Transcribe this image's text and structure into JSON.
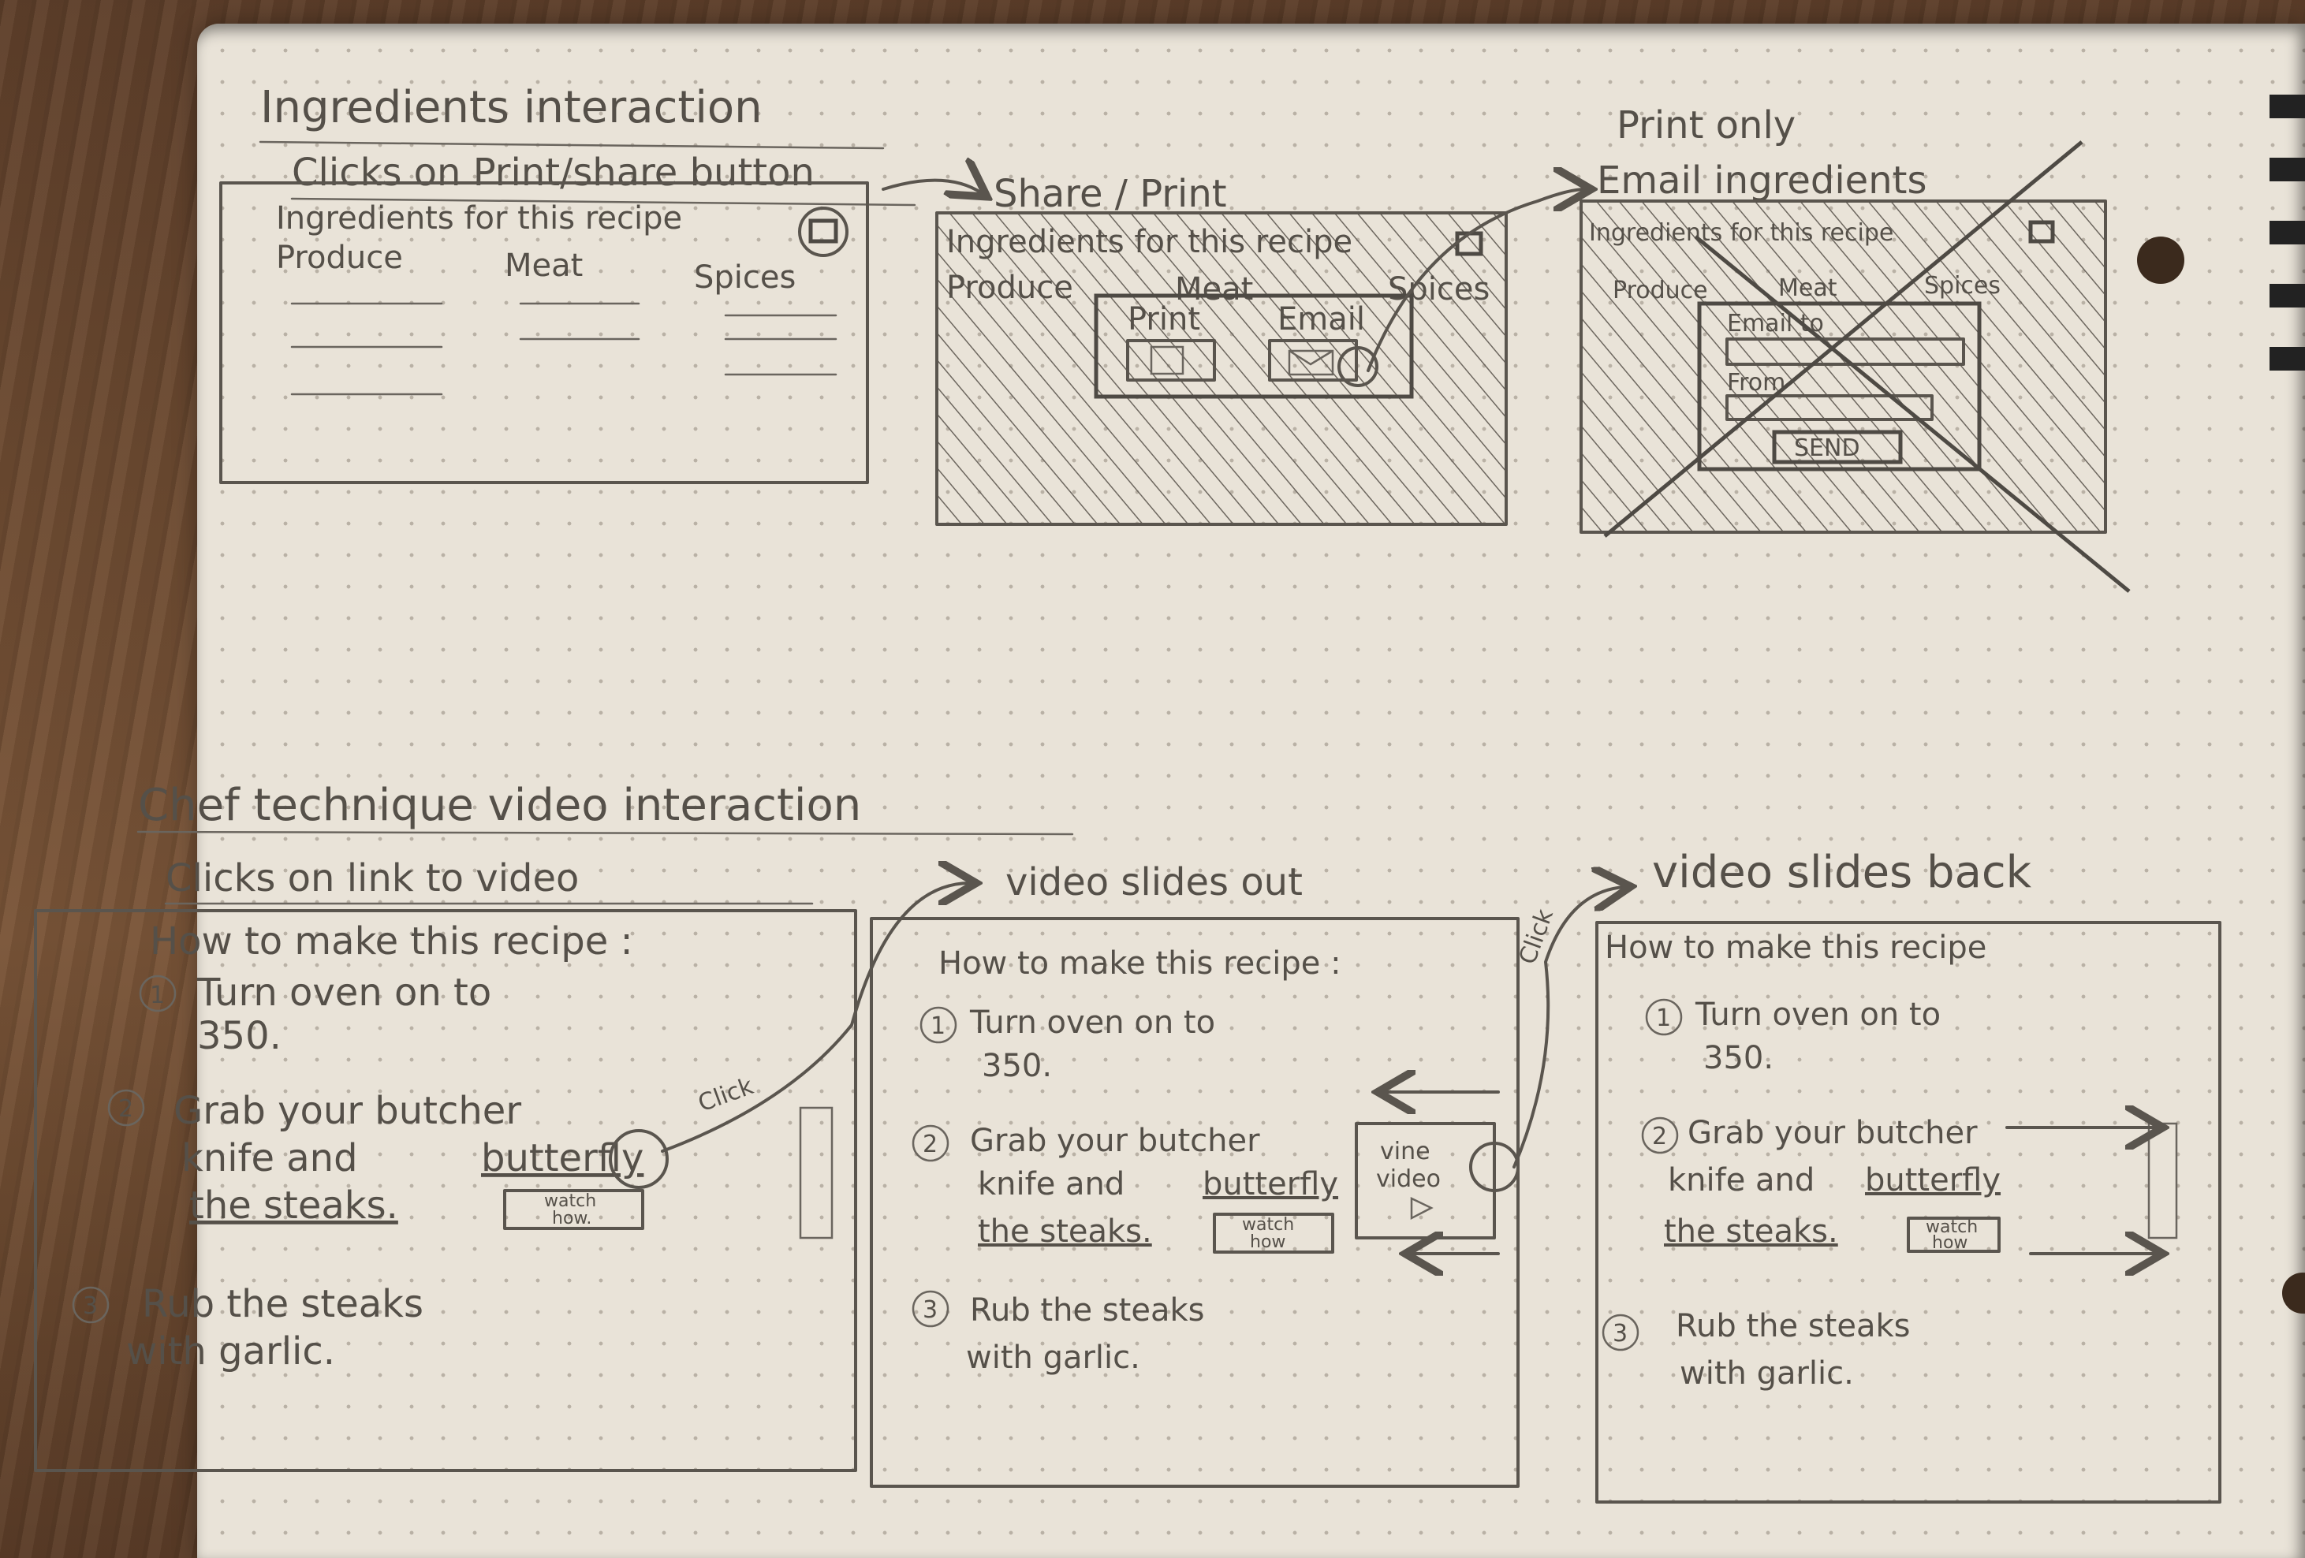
{
  "top_section": {
    "title": "Ingredients interaction",
    "frame1": {
      "caption": "Clicks on Print/share button",
      "heading": "Ingredients for this recipe",
      "columns": [
        "Produce",
        "Meat",
        "Spices"
      ]
    },
    "frame2": {
      "caption": "Share / Print",
      "heading": "Ingredients for this recipe",
      "columns": [
        "Produce",
        "Meat",
        "Spices"
      ],
      "popup_options": [
        "Print",
        "Email"
      ]
    },
    "frame3": {
      "note": "Print only",
      "caption": "Email ingredients",
      "heading": "Ingredients for this recipe",
      "columns": [
        "Produce",
        "Meat",
        "Spices"
      ],
      "form_fields": [
        "Email to",
        "From"
      ],
      "send_label": "SEND"
    }
  },
  "bottom_section": {
    "title": "Chef technique video interaction",
    "click_label": "Click",
    "frame1": {
      "caption": "Clicks on link to video",
      "heading": "How to make this recipe :",
      "step1": [
        "1",
        "Turn oven on to",
        "350."
      ],
      "step2": [
        "2",
        "Grab your butcher",
        "knife and",
        "butterfly",
        "the steaks."
      ],
      "step3": [
        "3",
        "Rub the steaks",
        "with garlic."
      ],
      "watch_label": [
        "watch",
        "how."
      ]
    },
    "frame2": {
      "caption": "video slides out",
      "heading": "How to make this recipe :",
      "step1": [
        "1",
        "Turn oven on to",
        "350."
      ],
      "step2": [
        "2",
        "Grab your butcher",
        "knife and",
        "butterfly",
        "the steaks."
      ],
      "step3": [
        "3",
        "Rub the steaks",
        "with garlic."
      ],
      "watch_label": [
        "watch",
        "how"
      ],
      "video_label": [
        "vine",
        "video"
      ]
    },
    "frame3": {
      "caption": "video slides back",
      "heading": "How to make this recipe",
      "step1": [
        "1",
        "Turn oven on to",
        "350."
      ],
      "step2": [
        "2",
        "Grab your butcher",
        "knife and",
        "butterfly",
        "the steaks."
      ],
      "step3": [
        "3",
        "Rub the steaks",
        "with garlic."
      ],
      "watch_label": [
        "watch",
        "how"
      ]
    }
  }
}
